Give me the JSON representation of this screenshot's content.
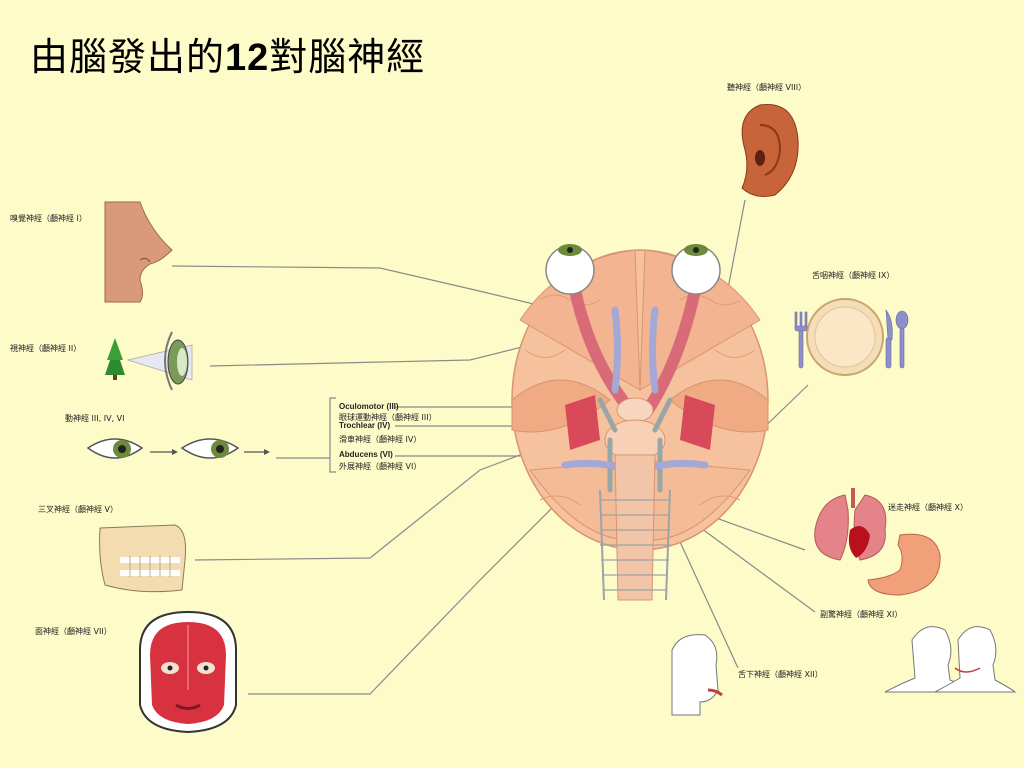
{
  "title_prefix": "由腦發出的",
  "title_number": "12",
  "title_suffix": "對腦神經",
  "labels": {
    "olfactory": "嗅覺神經（顱神經 I）",
    "optic": "視神經（顱神經 II）",
    "eye_movement": "動神經 III, IV, VI",
    "trigeminal": "三叉神經（顱神經 V）",
    "facial": "面神經（顱神經 VII）",
    "auditory": "聽神經（顱神經 VIII）",
    "glossopharyngeal": "舌咽神經（顱神經 IX）",
    "vagus": "迷走神經（顱神經 X）",
    "accessory": "副驚神經（顱神經 XI）",
    "hypoglossal": "舌下神經（顱神經 XII）",
    "oculomotor_en": "Oculomotor (III)",
    "oculomotor_zh": "眼球運動神經（顱神經 III）",
    "trochlear_en": "Trochlear (IV)",
    "trochlear_zh": "滑車神經（顱神經 IV）",
    "abducens_en": "Abducens (VI)",
    "abducens_zh": "外展神經（顱神經 VI）"
  },
  "colors": {
    "background": "#fdfbc8",
    "brain": "#f6c29e",
    "nerve_red": "#d96a78",
    "nerve_blue": "#a3a8d6",
    "line": "#8a8a8a"
  }
}
